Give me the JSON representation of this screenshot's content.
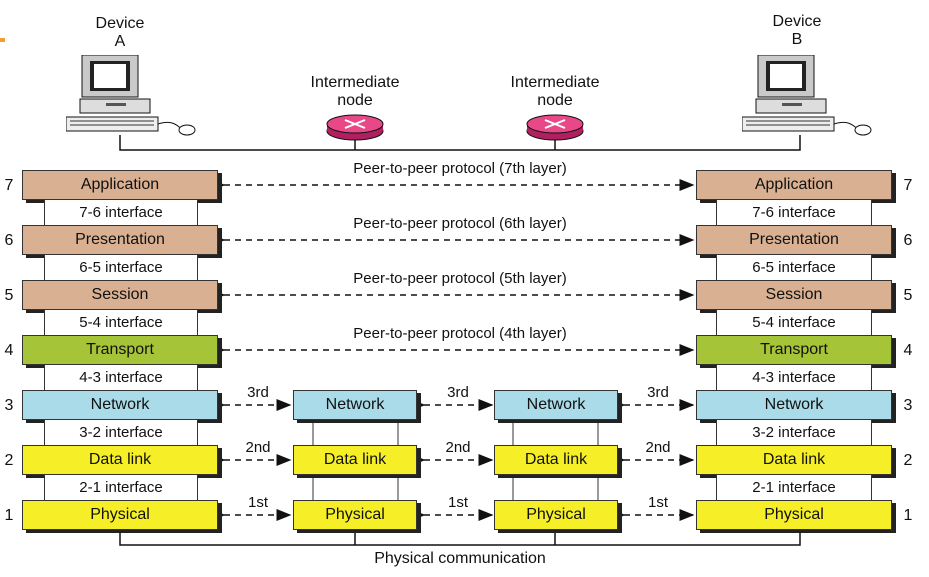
{
  "devices": {
    "a": {
      "title": "Device",
      "sub": "A"
    },
    "b": {
      "title": "Device",
      "sub": "B"
    },
    "node1": {
      "title": "Intermediate",
      "sub": "node"
    },
    "node2": {
      "title": "Intermediate",
      "sub": "node"
    }
  },
  "layers": {
    "l7": {
      "num": "7",
      "name": "Application",
      "protocol": "Peer-to-peer protocol (7th layer)",
      "iface": "7-6 interface"
    },
    "l6": {
      "num": "6",
      "name": "Presentation",
      "protocol": "Peer-to-peer protocol (6th layer)",
      "iface": "6-5 interface"
    },
    "l5": {
      "num": "5",
      "name": "Session",
      "protocol": "Peer-to-peer protocol (5th layer)",
      "iface": "5-4 interface"
    },
    "l4": {
      "num": "4",
      "name": "Transport",
      "protocol": "Peer-to-peer protocol (4th layer)",
      "iface": "4-3 interface"
    },
    "l3": {
      "num": "3",
      "name": "Network",
      "hop": "3rd",
      "iface": "3-2 interface"
    },
    "l2": {
      "num": "2",
      "name": "Data link",
      "hop": "2nd",
      "iface": "2-1 interface"
    },
    "l1": {
      "num": "1",
      "name": "Physical",
      "hop": "1st"
    }
  },
  "footer": "Physical communication",
  "colors": {
    "upper": "#d9b091",
    "transport": "#a6c438",
    "network": "#a9dbe8",
    "lower": "#f6ef28",
    "router": "#e84888"
  }
}
